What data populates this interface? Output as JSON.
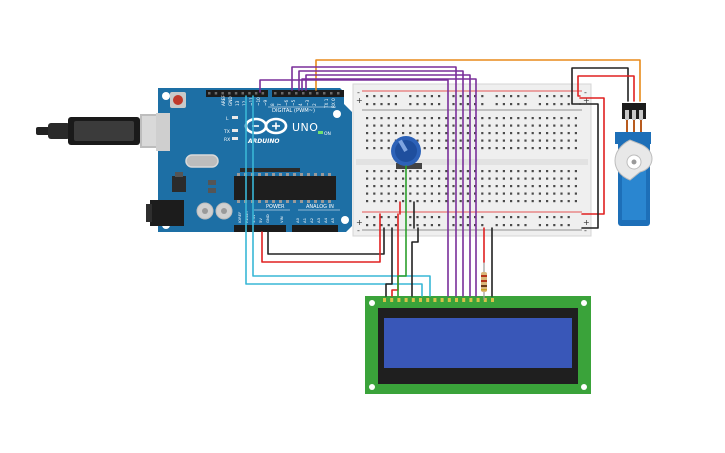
{
  "arduino": {
    "brand": "UNO",
    "logo_text": "ARDUINO",
    "digital_label": "DIGITAL (PWM~)",
    "power_label": "POWER",
    "analog_label": "ANALOG IN",
    "on_label": "ON",
    "led_l": "L",
    "led_tx": "TX",
    "led_rx": "RX",
    "pin_aref": "AREF",
    "pin_gnd": "GND",
    "pin_13": "13",
    "pin_12": "12",
    "pin_11": "~11",
    "pin_10": "~10",
    "pin_9": "~9",
    "pin_8": "8",
    "pin_7": "7",
    "pin_6": "~6",
    "pin_5": "~5",
    "pin_4": "4",
    "pin_3": "~3",
    "pin_2": "2",
    "pin_tx": "TX 1",
    "pin_rx": "RX 0",
    "pin_ioref": "IOREF",
    "pin_reset": "RESET",
    "pin_3v3": "3.3V",
    "pin_5v": "5V",
    "pin_gnd2": "GND",
    "pin_vin": "VIN",
    "pin_a0": "A0",
    "pin_a1": "A1",
    "pin_a2": "A2",
    "pin_a3": "A3",
    "pin_a4": "A4",
    "pin_a5": "A5"
  },
  "breadboard": {
    "rail_plus": "+",
    "rail_minus": "-"
  },
  "colors": {
    "arduino_board": "#1d6fa5",
    "breadboard": "#efefef",
    "lcd_board": "#3aa33a",
    "lcd_screen": "#3957b8",
    "servo_body": "#1d6fb8",
    "wire_orange": "#e88a1a",
    "wire_red": "#e02020",
    "wire_black": "#222222",
    "wire_purple": "#7a2f9a",
    "wire_green": "#2ca02c",
    "wire_cyan": "#39b7d6",
    "potentiometer": "#2d62b8"
  }
}
